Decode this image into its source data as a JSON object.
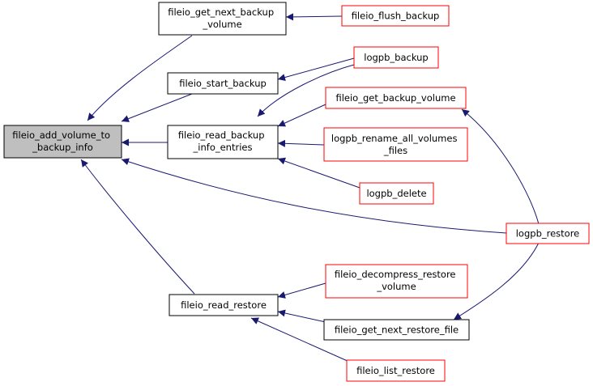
{
  "colors": {
    "edge": "#191970",
    "root_fill": "#bfbfbf",
    "border_default": "#000000",
    "border_truncated": "#ff0000",
    "node_fill": "#ffffff"
  },
  "nodes": {
    "fileio_add_volume_to_backup_info": {
      "lines": [
        "fileio_add_volume_to",
        "_backup_info"
      ]
    },
    "fileio_get_next_backup_volume": {
      "lines": [
        "fileio_get_next_backup",
        "_volume"
      ]
    },
    "fileio_flush_backup": {
      "lines": [
        "fileio_flush_backup"
      ]
    },
    "fileio_start_backup": {
      "lines": [
        "fileio_start_backup"
      ]
    },
    "logpb_backup": {
      "lines": [
        "logpb_backup"
      ]
    },
    "fileio_get_backup_volume": {
      "lines": [
        "fileio_get_backup_volume"
      ]
    },
    "fileio_read_backup_info_entries": {
      "lines": [
        "fileio_read_backup",
        "_info_entries"
      ]
    },
    "logpb_rename_all_volumes_files": {
      "lines": [
        "logpb_rename_all_volumes",
        "_files"
      ]
    },
    "logpb_delete": {
      "lines": [
        "logpb_delete"
      ]
    },
    "logpb_restore": {
      "lines": [
        "logpb_restore"
      ]
    },
    "fileio_decompress_restore_volume": {
      "lines": [
        "fileio_decompress_restore",
        "_volume"
      ]
    },
    "fileio_read_restore": {
      "lines": [
        "fileio_read_restore"
      ]
    },
    "fileio_get_next_restore_file": {
      "lines": [
        "fileio_get_next_restore_file"
      ]
    },
    "fileio_list_restore": {
      "lines": [
        "fileio_list_restore"
      ]
    }
  }
}
